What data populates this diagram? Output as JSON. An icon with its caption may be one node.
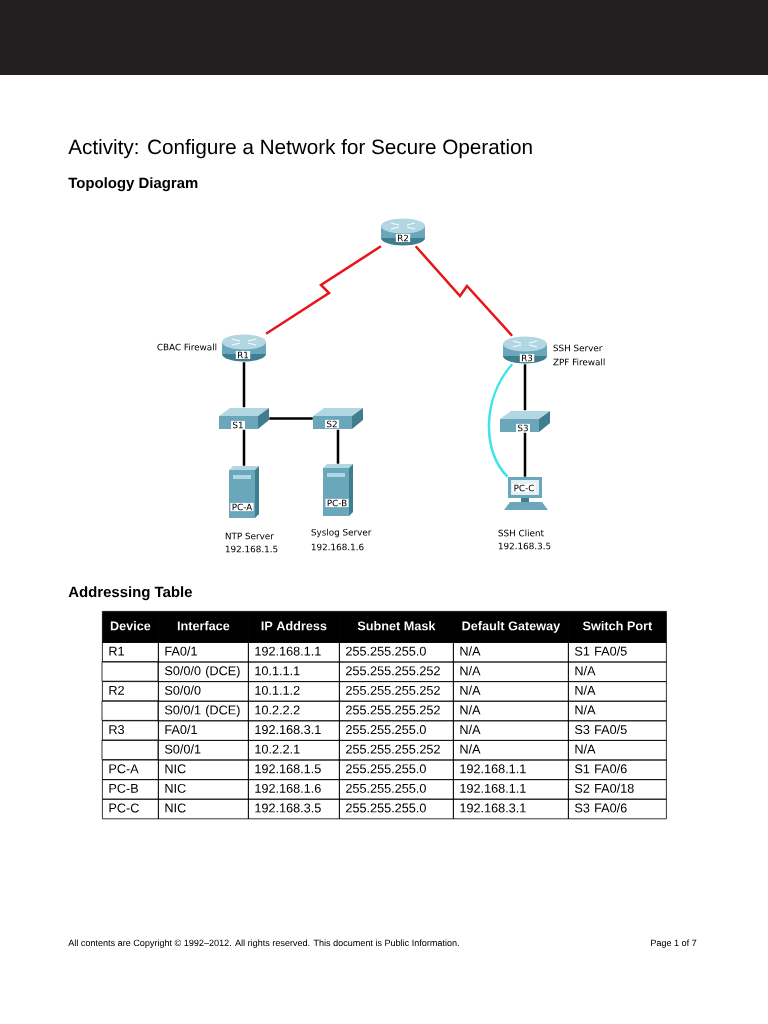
{
  "diagram": {
    "title": "Activity: Configure a Network for Secure Operation",
    "nodes": [
      {
        "text": [
          "R2"
        ]
      },
      {
        "text": [
          "R1"
        ],
        "beside": [
          "CBAC Firewall"
        ]
      },
      {
        "text": [
          "R3"
        ],
        "beside": [
          "SSH Server",
          "ZPF Firewall"
        ]
      },
      {
        "text": [
          "S1"
        ]
      },
      {
        "text": [
          "S2"
        ]
      },
      {
        "text": [
          "S3"
        ]
      },
      {
        "text": [
          "PC-A"
        ],
        "beside": [
          "NTP Server",
          "192.168.1.5"
        ]
      },
      {
        "text": [
          "PC-B"
        ],
        "beside": [
          "Syslog Server",
          "192.168.1.6"
        ]
      },
      {
        "text": [
          "PC-C"
        ],
        "beside": [
          "SSH Client",
          "192.168.3.5"
        ]
      }
    ],
    "edges": [
      {
        "from": 1,
        "to": 0,
        "arrow": "none",
        "color": "#e8161b"
      },
      {
        "from": 0,
        "to": 2,
        "arrow": "none",
        "color": "#e8161b"
      },
      {
        "from": 1,
        "to": 3,
        "arrow": "none"
      },
      {
        "from": 3,
        "to": 4,
        "arrow": "none"
      },
      {
        "from": 3,
        "to": 6,
        "arrow": "none"
      },
      {
        "from": 4,
        "to": 7,
        "arrow": "none"
      },
      {
        "from": 2,
        "to": 5,
        "arrow": "none"
      },
      {
        "from": 5,
        "to": 8,
        "arrow": "none"
      },
      {
        "from": 2,
        "to": 8,
        "arrow": "none",
        "color": "#3fe3ec"
      }
    ],
    "labels": [
      "Topology Diagram",
      "Addressing Table",
      "Device",
      "Interface",
      "IP Address",
      "Subnet Mask",
      "Default Gateway",
      "Switch Port",
      "R1",
      "FA0/1",
      "192.168.1.1",
      "255.255.255.0",
      "N/A",
      "S1 FA0/5",
      "S0/0/0 (DCE)",
      "10.1.1.1",
      "255.255.255.252",
      "N/A",
      "N/A",
      "R2",
      "S0/0/0",
      "10.1.1.2",
      "255.255.255.252",
      "N/A",
      "N/A",
      "S0/0/1 (DCE)",
      "10.2.2.2",
      "255.255.255.252",
      "N/A",
      "N/A",
      "R3",
      "FA0/1",
      "192.168.3.1",
      "255.255.255.0",
      "N/A",
      "S3 FA0/5",
      "S0/0/1",
      "10.2.2.1",
      "255.255.255.252",
      "N/A",
      "N/A",
      "PC-A",
      "NIC",
      "192.168.1.5",
      "255.255.255.0",
      "192.168.1.1",
      "S1 FA0/6",
      "PC-B",
      "NIC",
      "192.168.1.6",
      "255.255.255.0",
      "192.168.1.1",
      "S2 FA0/18",
      "PC-C",
      "NIC",
      "192.168.3.5",
      "255.255.255.0",
      "192.168.3.1",
      "S3 FA0/6",
      "All contents are Copyright © 1992–2012. All rights reserved. This document is Public Information.",
      "Page 1 of 7"
    ]
  }
}
